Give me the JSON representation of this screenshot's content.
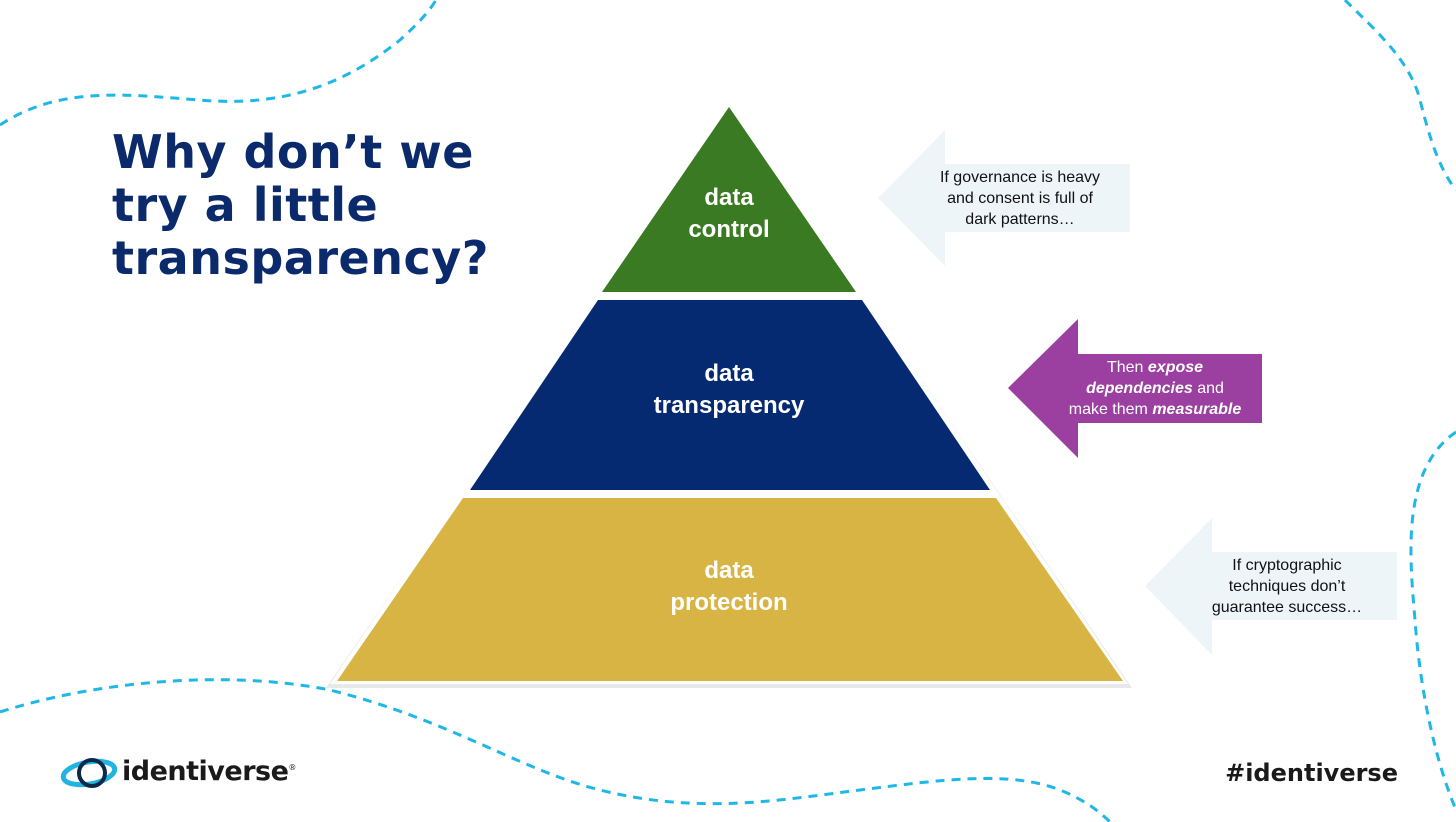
{
  "title": {
    "line1": "Why don’t we",
    "line2": "try a little",
    "line3": "transparency?"
  },
  "pyramid": {
    "top": {
      "line1": "data",
      "line2": "control",
      "color": "#3a7a22"
    },
    "middle": {
      "line1": "data",
      "line2": "transparency",
      "color": "#062a72"
    },
    "bottom": {
      "line1": "data",
      "line2": "protection",
      "color": "#d8b444"
    }
  },
  "callouts": {
    "top": {
      "line1": "If governance is heavy",
      "line2": "and consent is full of",
      "line3": "dark patterns…",
      "color": "#eef5f9"
    },
    "middle": {
      "prefix1": "Then ",
      "emph1": "expose",
      "emph2": "dependencies",
      "suffix2": " and",
      "prefix3": "make them ",
      "emph3": "measurable",
      "color": "#9b3fa0"
    },
    "bottom": {
      "line1": "If cryptographic",
      "line2": "techniques don’t",
      "line3": "guarantee success…",
      "color": "#eef5f9"
    }
  },
  "footer": {
    "brand": "identiverse",
    "registered": "®",
    "hashtag": "#identiverse"
  },
  "colors": {
    "title": "#0b2a6b",
    "dash": "#1fb8e6"
  }
}
